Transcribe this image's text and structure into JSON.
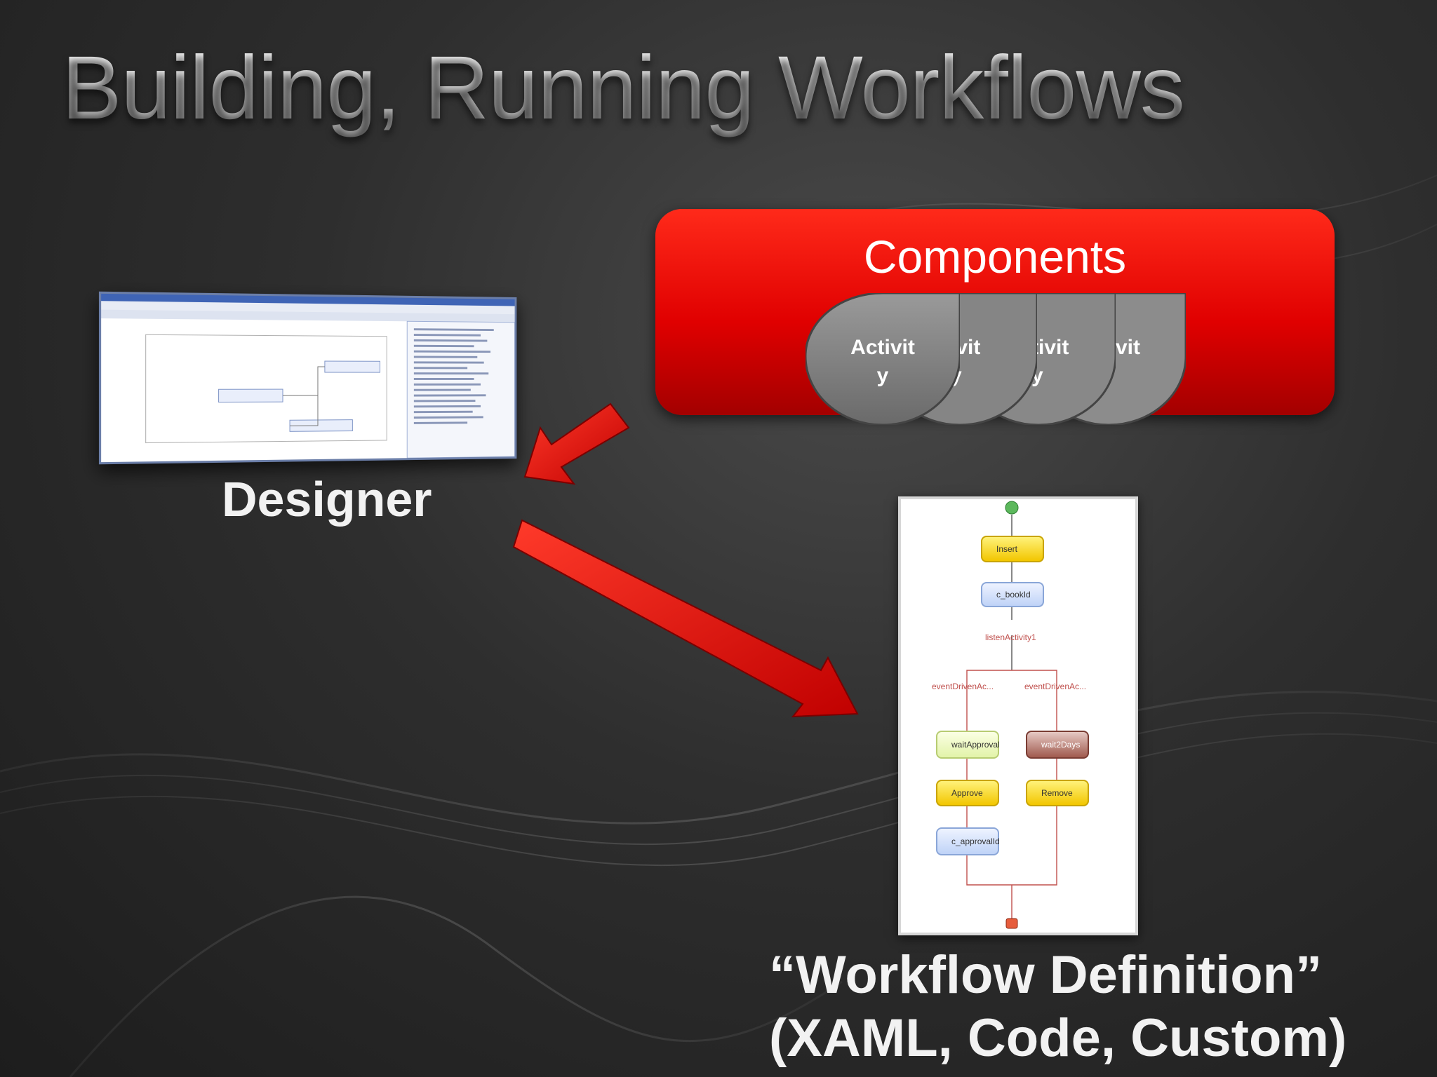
{
  "slide": {
    "title": "Building, Running Workflows"
  },
  "components": {
    "title": "Components",
    "activities": [
      {
        "label": "Activit\ny"
      },
      {
        "label": "ivit\ny"
      },
      {
        "label": "tivit\ny"
      },
      {
        "label": "vit"
      }
    ]
  },
  "designer": {
    "label": "Designer"
  },
  "workflow_definition": {
    "caption_line1": "“Workflow Definition”",
    "caption_line2": "(XAML, Code, Custom)",
    "nodes": {
      "insert": "Insert",
      "c_bookid": "c_bookId",
      "listen": "listenActivity1",
      "event_left": "eventDrivenAc...",
      "event_right": "eventDrivenAc...",
      "wait_approval": "waitApproval",
      "wait_2days": "wait2Days",
      "approve": "Approve",
      "remove": "Remove",
      "c_approvalid": "c_approvalId"
    }
  },
  "colors": {
    "accent_red": "#e00000",
    "background": "#2e2e2e",
    "text": "#f2f2f2"
  }
}
